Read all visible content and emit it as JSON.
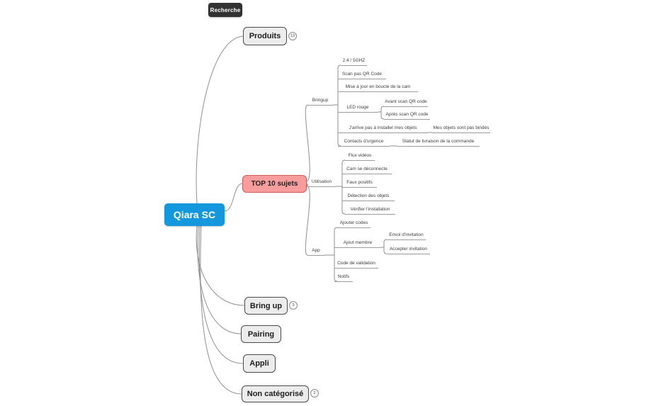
{
  "app": {
    "search_label": "Recherche"
  },
  "colors": {
    "root_bg": "#1497dc",
    "highlight_bg": "#f79d9d",
    "highlight_border": "#cf5b5b",
    "node_bg": "#ececec",
    "node_border": "#4a4a4a",
    "connector_line": "#8f8f8f",
    "search_bg": "#323232"
  },
  "root": {
    "label": "Qiara SC"
  },
  "branches": {
    "produits": {
      "label": "Produits",
      "badge": "13"
    },
    "top10": {
      "label": "TOP 10 sujets"
    },
    "bring_up": {
      "label": "Bring up",
      "badge": "3"
    },
    "pairing": {
      "label": "Pairing"
    },
    "appli": {
      "label": "Appli"
    },
    "non_categorise": {
      "label": "Non catégorisé",
      "badge": "2"
    }
  },
  "top10_tree": {
    "bringup": {
      "label": "Bringup",
      "children": [
        {
          "label": "2.4 / 5GHZ"
        },
        {
          "label": "Scan pas QR Code"
        },
        {
          "label": "Mise à jour en boucle de la cam"
        },
        {
          "label": "LED rouge",
          "children": [
            {
              "label": "Avant scan QR code"
            },
            {
              "label": "Après scan QR code"
            }
          ]
        },
        {
          "label": "J'arrive pas à installer mes objets",
          "children": [
            {
              "label": "Mes objets sont pas bindés"
            }
          ]
        },
        {
          "label": "Contacts d'urgence",
          "children": [
            {
              "label": "Statut de livraison de la commande"
            }
          ]
        }
      ]
    },
    "utilisation": {
      "label": "Utilisation",
      "children": [
        {
          "label": "Flux vidéos"
        },
        {
          "label": "Cam se déconnecte"
        },
        {
          "label": "Faux positifs"
        },
        {
          "label": "Détection des objets"
        },
        {
          "label": "Vérifier l'installation"
        }
      ]
    },
    "app": {
      "label": "App",
      "children": [
        {
          "label": "Ajouter codes"
        },
        {
          "label": "Ajout membre",
          "children": [
            {
              "label": "Envoi d'invitation"
            },
            {
              "label": "Accepter invitation"
            }
          ]
        },
        {
          "label": "Code de validation"
        },
        {
          "label": "Notifs"
        }
      ]
    }
  }
}
